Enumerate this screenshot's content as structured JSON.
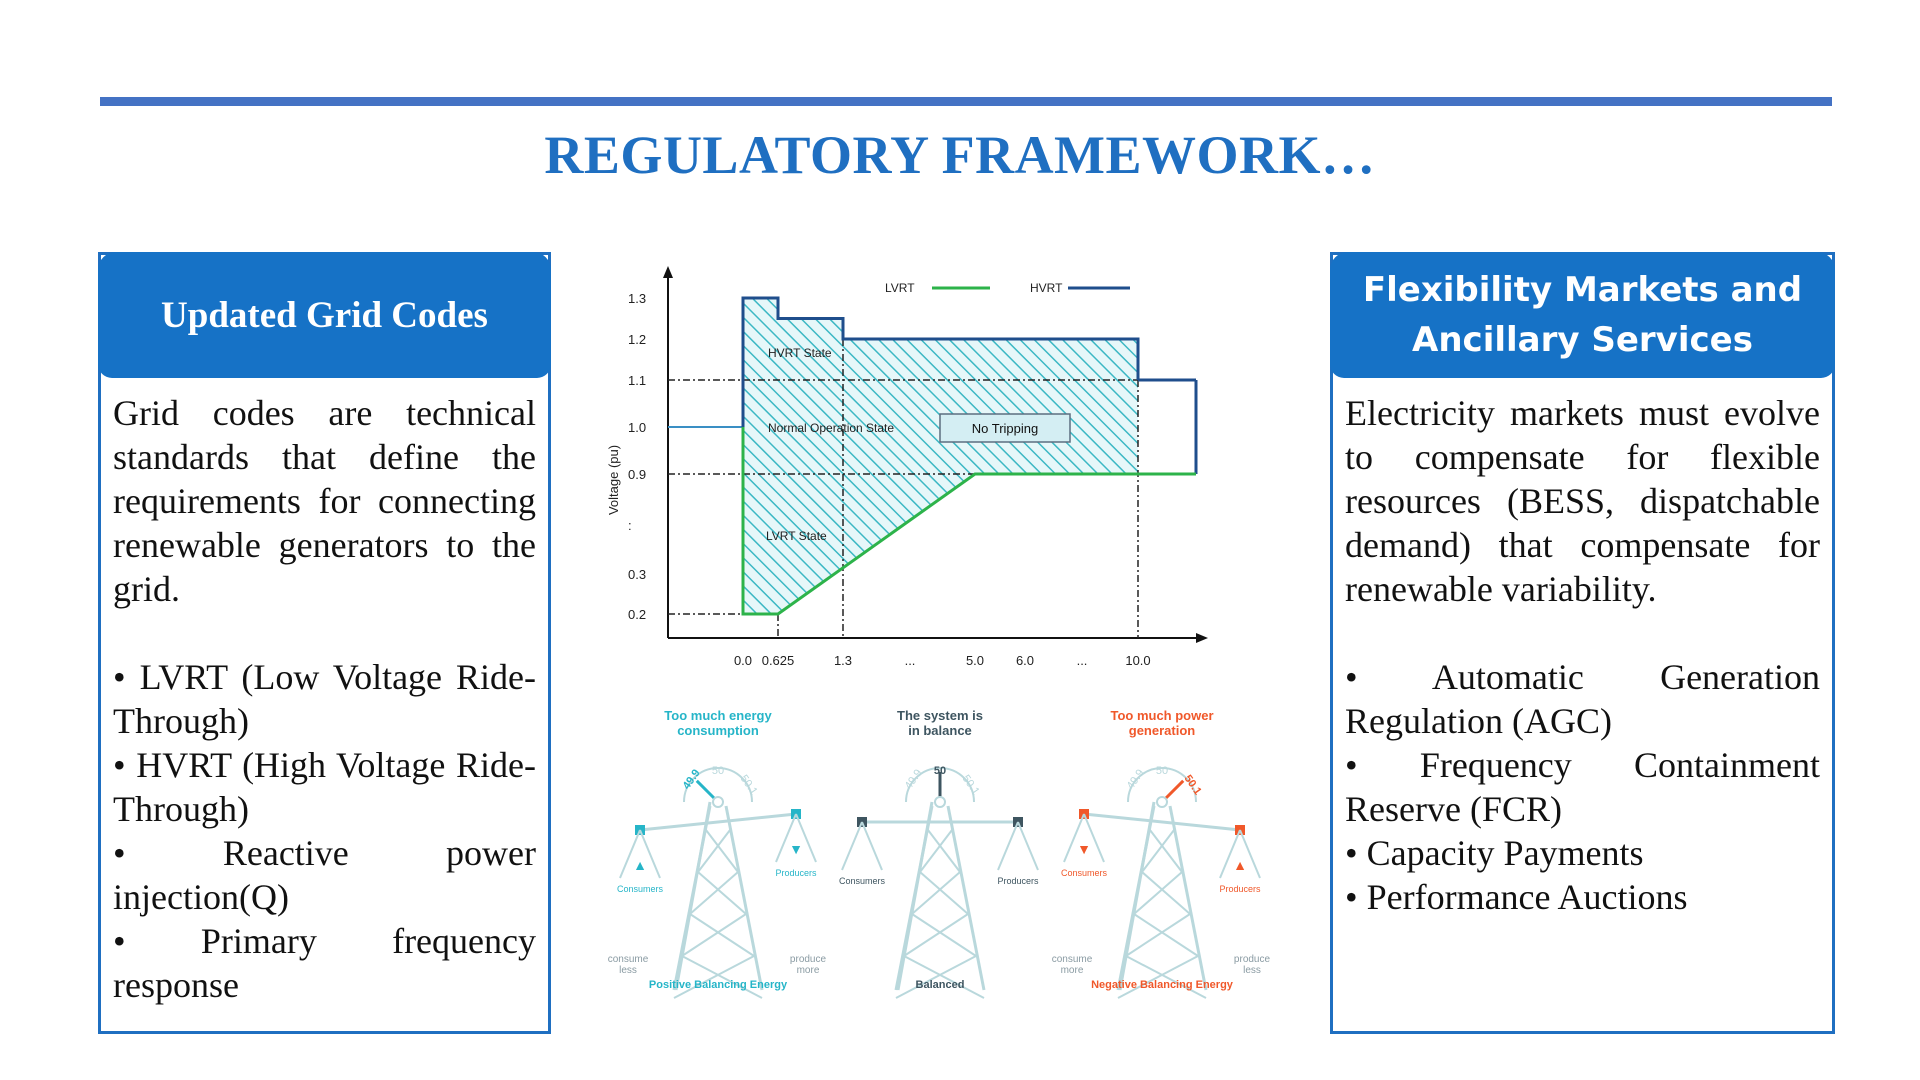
{
  "title": "REGULATORY FRAMEWORK…",
  "left_panel": {
    "heading": "Updated Grid Codes",
    "intro": "Grid codes are technical standards that define the requirements for connecting renewable generators to the grid.",
    "bullets": [
      "• LVRT (Low Voltage Ride-Through)",
      "• HVRT (High Voltage Ride-Through)",
      "• Reactive power injection(Q)",
      "• Primary frequency response"
    ]
  },
  "right_panel": {
    "heading_line1": "Flexibility Markets and",
    "heading_line2": "Ancillary Services",
    "intro": "Electricity markets must evolve to compensate for flexible resources (BESS, dispatchable demand) that compensate for renewable variability.",
    "bullets": [
      "• Automatic Generation Regulation (AGC)",
      "• Frequency Containment Reserve (FCR)",
      "• Capacity Payments",
      "• Performance Auctions"
    ]
  },
  "chart_data": {
    "type": "line",
    "ylabel": "Voltage (pu)",
    "xlabel": "",
    "x_ticks": [
      "0.0",
      "0.625",
      "1.3",
      "...",
      "5.0",
      "6.0",
      "...",
      "10.0"
    ],
    "y_ticks": [
      "0.2",
      "0.3",
      ":",
      "0.9",
      "1.0",
      "1.1",
      "1.2",
      "1.3"
    ],
    "legend": [
      "LVRT",
      "HVRT"
    ],
    "legend_position": "top",
    "series": [
      {
        "name": "LVRT",
        "color": "#2DB34A",
        "x": [
          0.0,
          0.0,
          0.625,
          5.0,
          10.0
        ],
        "y": [
          1.0,
          0.2,
          0.2,
          0.9,
          0.9
        ]
      },
      {
        "name": "HVRT",
        "color": "#1F4E8C",
        "x": [
          0.0,
          0.0,
          0.625,
          0.625,
          1.3,
          1.3,
          10.0,
          10.0
        ],
        "y": [
          1.0,
          1.3,
          1.3,
          1.25,
          1.25,
          1.2,
          1.2,
          1.1
        ]
      }
    ],
    "region_labels": [
      "HVRT State",
      "Normal Operation State",
      "LVRT State"
    ],
    "callout": "No Tripping"
  },
  "balance_figure": {
    "scales": [
      {
        "caption": "Too much energy consumption",
        "caption_color": "#26B5C8",
        "left_label": "Consumers",
        "right_label": "Producers",
        "left_note": "consume less",
        "right_note": "produce more",
        "footer": "Positive Balancing Energy",
        "footer_color": "#26B5C8",
        "dial": [
          "49.9",
          "50",
          "50.1"
        ]
      },
      {
        "caption": "The system is in balance",
        "caption_color": "#3E5560",
        "left_label": "Consumers",
        "right_label": "Producers",
        "left_note": "",
        "right_note": "",
        "footer": "Balanced",
        "footer_color": "#3E5560",
        "dial": [
          "49.9",
          "50",
          "50.1"
        ]
      },
      {
        "caption": "Too much power generation",
        "caption_color": "#F0582A",
        "left_label": "Consumers",
        "right_label": "Producers",
        "left_note": "consume more",
        "right_note": "produce less",
        "footer": "Negative Balancing Energy",
        "footer_color": "#F0582A",
        "dial": [
          "49.9",
          "50",
          "50.1"
        ]
      }
    ]
  }
}
